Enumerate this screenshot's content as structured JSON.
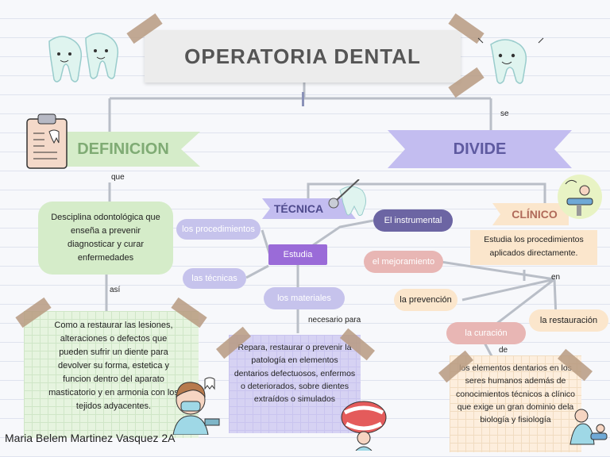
{
  "title": "OPERATORIA DENTAL",
  "labels": {
    "definicion": "DEFINICION",
    "divide": "DIVIDE",
    "tecnica": "TÉCNICA",
    "clinico": "CLÍNICO",
    "se": "se",
    "que": "que",
    "asi": "así",
    "necesario_para": "necesario para",
    "en": "en",
    "de": "de"
  },
  "definition_text": "Desciplina odontológica que enseña a prevenir diagnosticar y curar enfermedades",
  "asi_text": "Como a restaurar las lesiones, alteraciones o defectos que pueden sufrir un diente para devolver su forma, estetica y funcion dentro del aparato masticatorio y en armonia con los tejidos adyacentes.",
  "tecnica": {
    "center": "Estudia",
    "procedimientos": "los procedimientos",
    "tecnicas": "las técnicas",
    "materiales": "los materiales",
    "instrumental": "El instrumental",
    "necesario_text": "Repara, restaurar o prevenir la patología en elementos dentarios defectuosos, enfermos o deteriorados, sobre dientes extraídos o simulados"
  },
  "clinico": {
    "estudia_text": "Estudia los procedimientos aplicados directamente.",
    "mejoramiento": "el mejoramiento",
    "prevencion": "la prevención",
    "curacion": "la curación",
    "restauracion": "la restauración",
    "elementos_text": "los elementos dentarios en los seres humanos además de conocimientos técnicos a clínico que exige un gran dominio dela biología y fisiología"
  },
  "author": "Maria Belem Martinez Vasquez 2A",
  "colors": {
    "green": "#d5ecc9",
    "purple": "#c3bdf0",
    "yellow": "#fbe6cc",
    "pink": "#e8b6b4",
    "mauve": "#c1b5df",
    "dark_purple": "#6c65a3",
    "tape": "#b79a80"
  },
  "icons": [
    "tooth-mascot-icon",
    "clipboard-icon",
    "dentist-avatar-icon",
    "dental-chair-icon",
    "open-mouth-icon",
    "dentist-at-work-icon"
  ]
}
